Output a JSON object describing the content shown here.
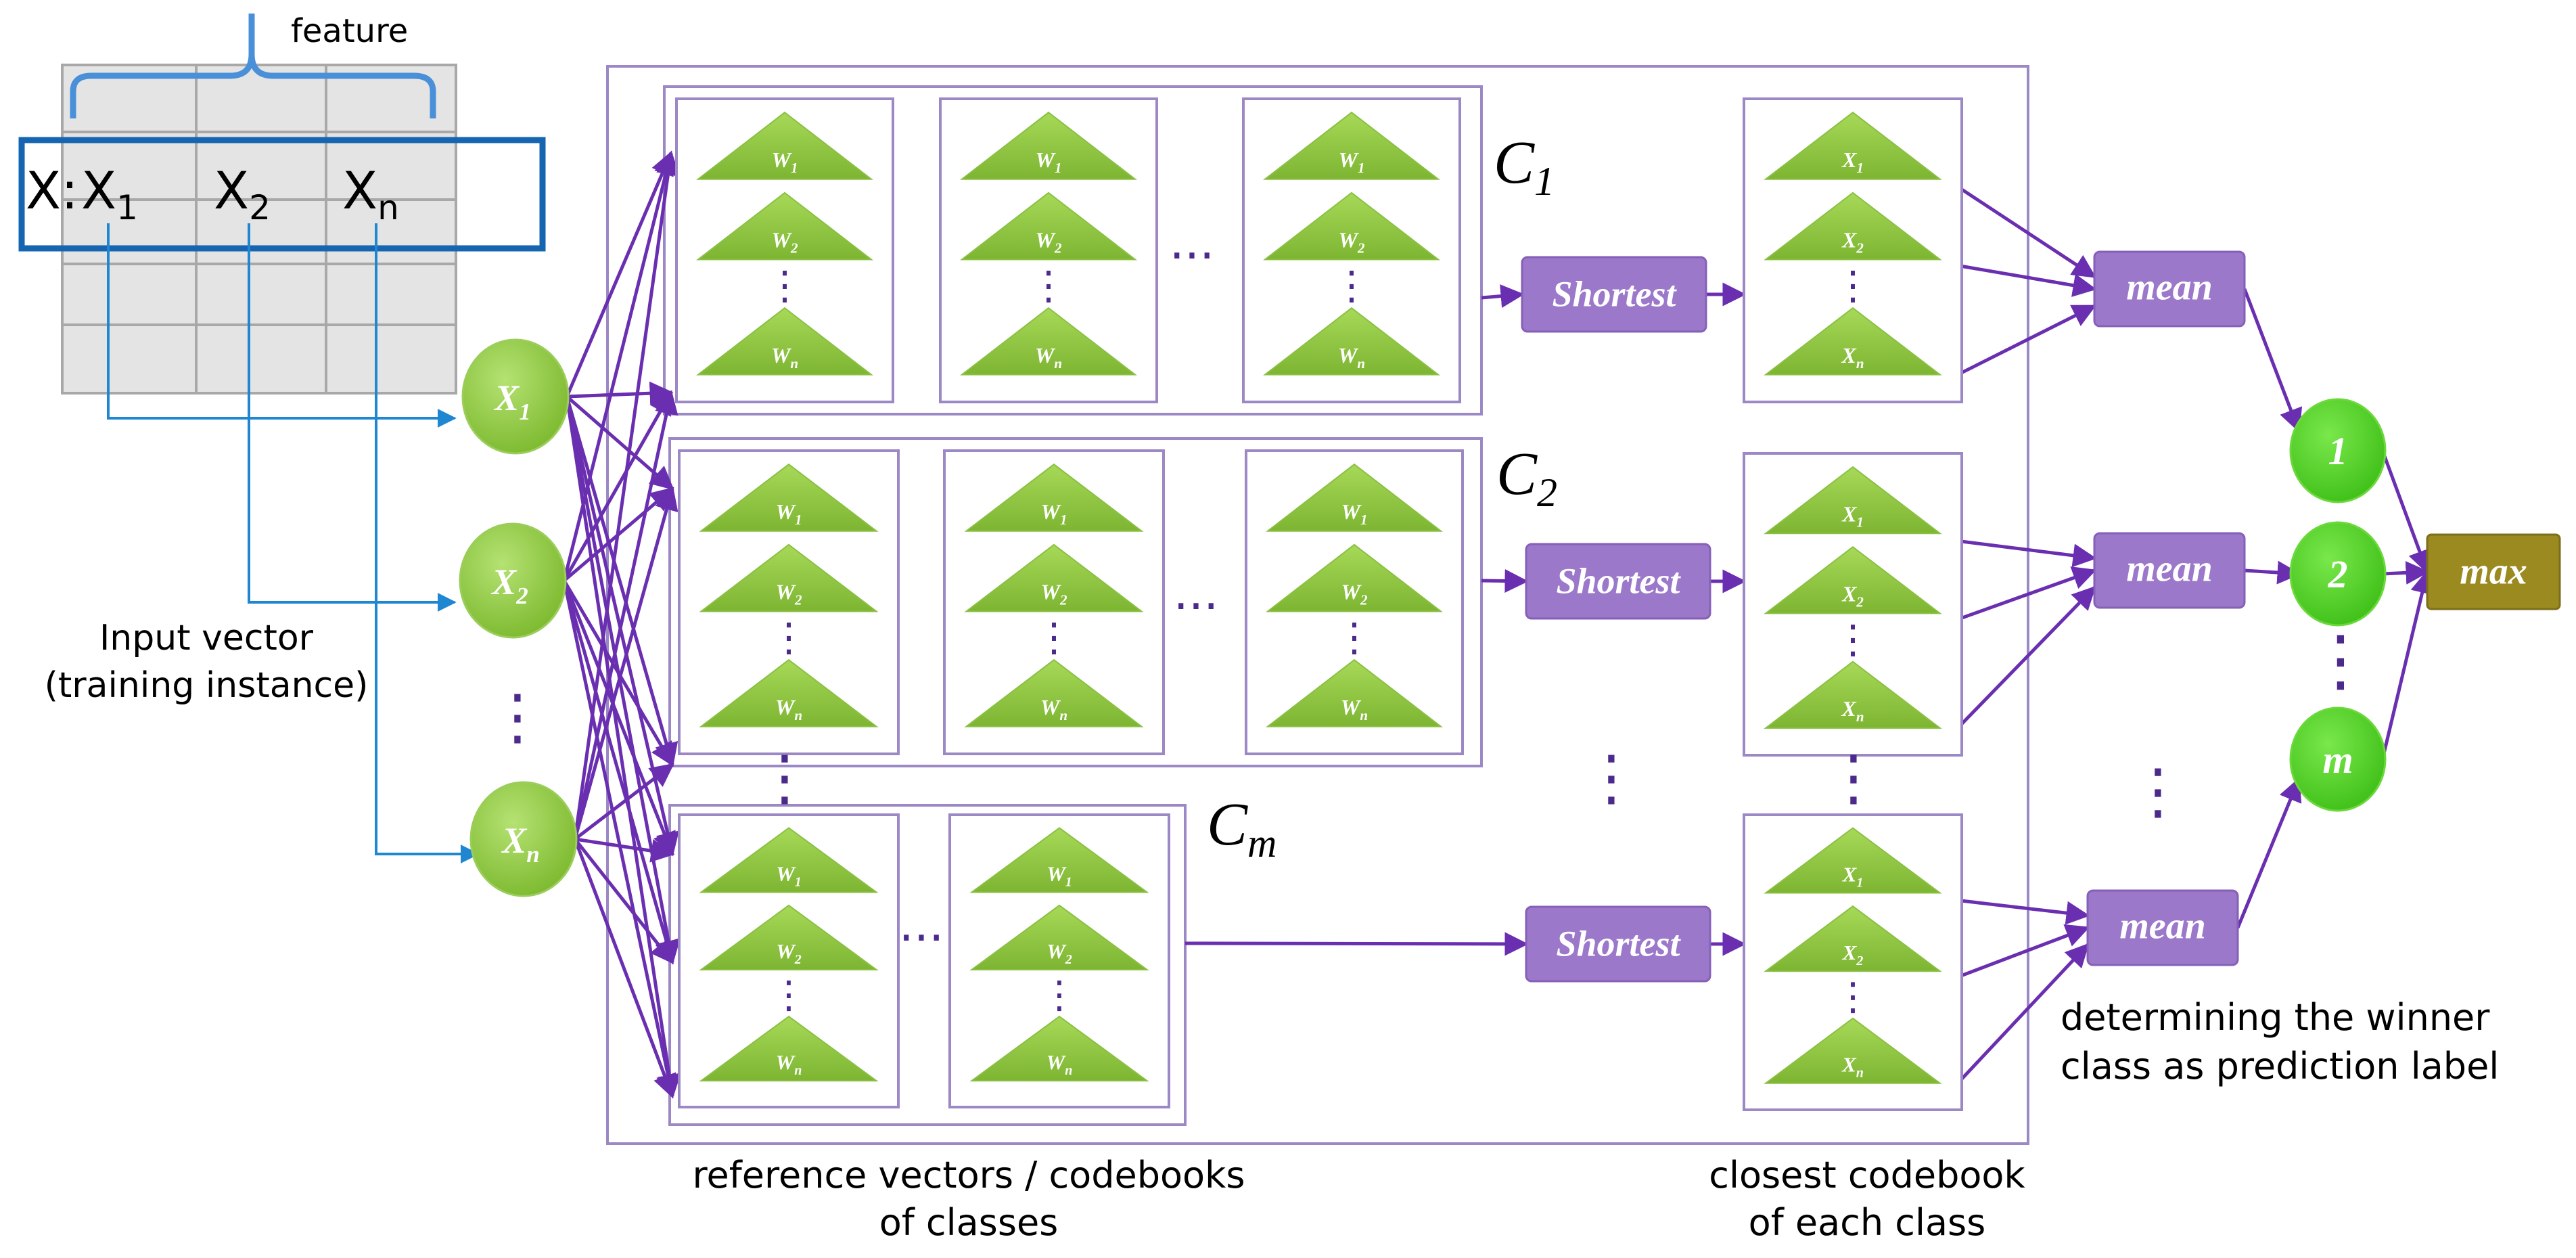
{
  "feature_label": "feature",
  "input_vector": {
    "row_prefix": "X:",
    "items": [
      {
        "base": "X",
        "sub": "1"
      },
      {
        "base": "X",
        "sub": "2"
      },
      {
        "base": "X",
        "sub": "n"
      }
    ],
    "caption_line1": "Input vector",
    "caption_line2": "(training instance)"
  },
  "input_nodes": [
    {
      "base": "X",
      "sub": "1"
    },
    {
      "base": "X",
      "sub": "2"
    },
    {
      "base": "X",
      "sub": "n"
    }
  ],
  "vertical_dots": "⋮",
  "horizontal_dots": "···",
  "weights": [
    {
      "base": "W",
      "sub": "1"
    },
    {
      "base": "W",
      "sub": "2"
    },
    {
      "base": "W",
      "sub": "n"
    }
  ],
  "closest": [
    {
      "base": "X",
      "sub": "1"
    },
    {
      "base": "X",
      "sub": "2"
    },
    {
      "base": "X",
      "sub": "n"
    }
  ],
  "classes": [
    {
      "base": "C",
      "sub": "1"
    },
    {
      "base": "C",
      "sub": "2"
    },
    {
      "base": "C",
      "sub": "m"
    }
  ],
  "shortest_label": "Shortest",
  "mean_label": "mean",
  "output_nodes": [
    "1",
    "2",
    "m"
  ],
  "max_label": "max",
  "captions": {
    "codebooks_line1": "reference vectors / codebooks",
    "codebooks_line2": "of classes",
    "closest_line1": "closest codebook",
    "closest_line2": "of each class",
    "winner_line1": "determining the winner",
    "winner_line2": "class as prediction label"
  },
  "colors": {
    "green": "#8cc63e",
    "green_dark": "#6fa62a",
    "node_green": "#5fd12a",
    "purple": "#6a2fb0",
    "purple_box": "#9b78c9",
    "blue": "#1f86d1",
    "blue_dark": "#1565b0",
    "gray": "#e6e6e6",
    "olive": "#9a8a20"
  }
}
